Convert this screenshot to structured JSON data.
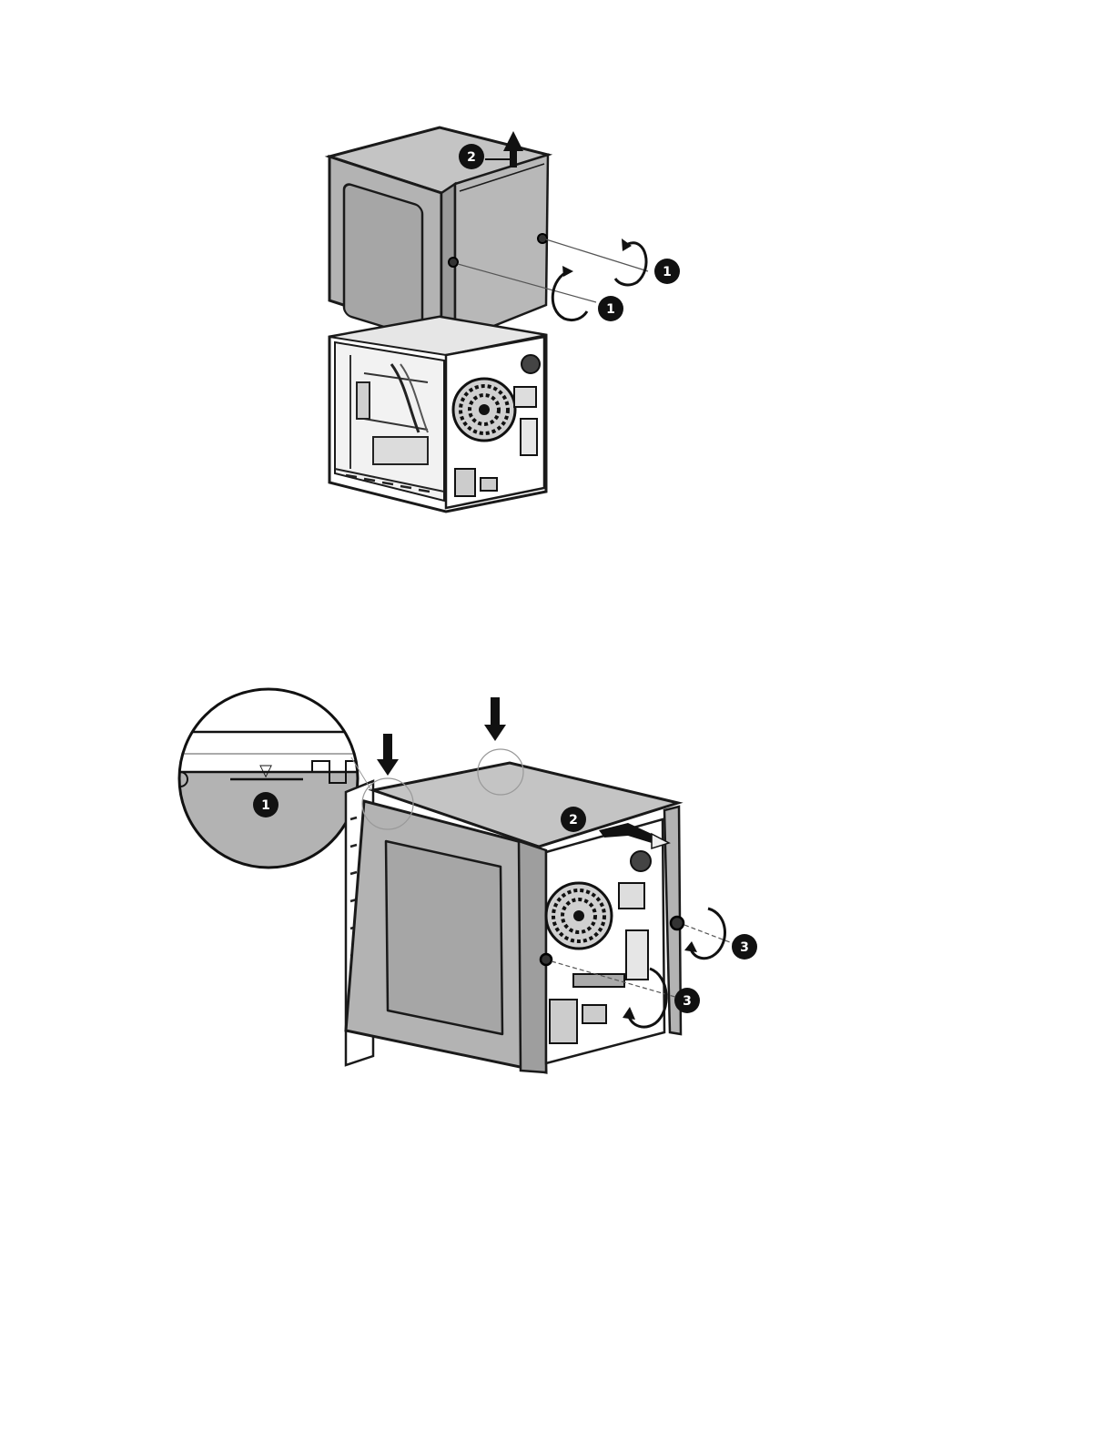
{
  "colors": {
    "panel_fill": "#b3b3b3",
    "panel_dark": "#9a9a9a",
    "outline": "#1a1a1a",
    "badge_fill": "#111111",
    "badge_text": "#ffffff",
    "background": "#ffffff"
  },
  "figure_remove": {
    "callouts": [
      {
        "label": "2"
      },
      {
        "label": "1"
      },
      {
        "label": "1"
      }
    ]
  },
  "figure_install": {
    "callouts": [
      {
        "label": "1"
      },
      {
        "label": "2"
      },
      {
        "label": "3"
      },
      {
        "label": "3"
      }
    ],
    "detail_symbol": "▽"
  },
  "icons": [
    "arrow-up-icon",
    "arrow-down-icon",
    "arrow-right-icon",
    "rotate-icon",
    "thumbscrew-icon",
    "fan-grille-icon"
  ]
}
